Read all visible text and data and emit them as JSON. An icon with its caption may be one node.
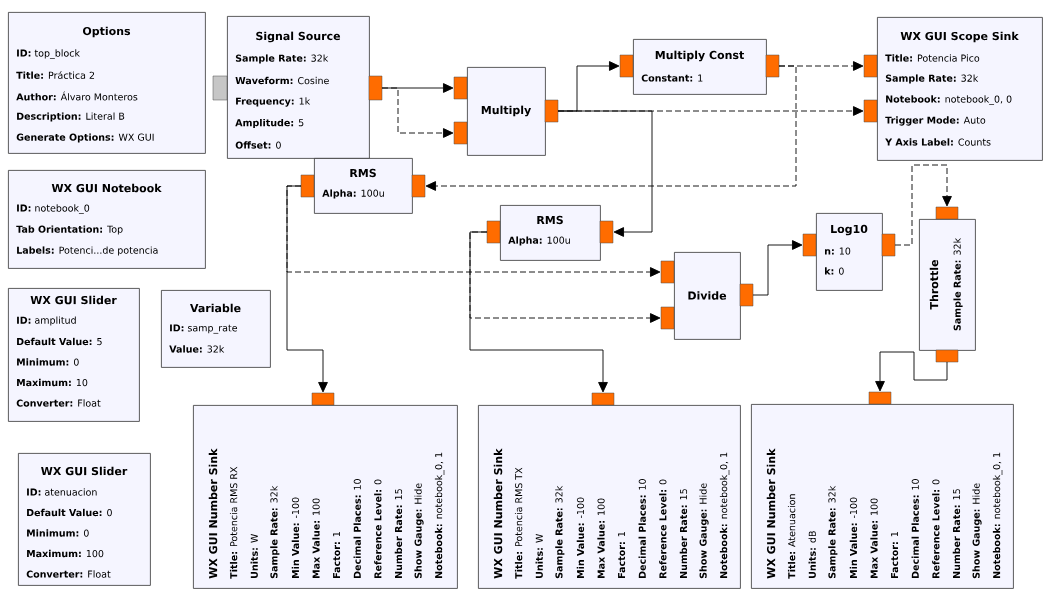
{
  "diagram": {
    "nodes": [
      {
        "text": [
          "Options",
          "**ID:** top_block",
          "**Title:** Práctica 2",
          "**Author:** Álvaro Monteros",
          "**Description:** Literal B",
          "**Generate Options:** WX GUI"
        ]
      },
      {
        "text": [
          "Signal Source",
          "**Sample Rate:** 32k",
          "**Waveform:** Cosine",
          "**Frequency:** 1k",
          "**Amplitude:** 5",
          "**Offset:** 0"
        ]
      },
      {
        "text": [
          "Multiply"
        ]
      },
      {
        "text": [
          "Multiply Const",
          "**Constant:** 1"
        ]
      },
      {
        "text": [
          "WX GUI Scope Sink",
          "**Title:** Potencia Pico",
          "**Sample Rate:** 32k",
          "**Notebook:** notebook_0, 0",
          "**Trigger Mode:** Auto",
          "**Y Axis Label:** Counts"
        ]
      },
      {
        "text": [
          "WX GUI Notebook",
          "**ID:** notebook_0",
          "**Tab Orientation:** Top",
          "**Labels:** Potenci...de potencia"
        ]
      },
      {
        "text": [
          "RMS",
          "**Alpha:** 100u"
        ]
      },
      {
        "text": [
          "RMS",
          "**Alpha:** 100u"
        ]
      },
      {
        "text": [
          "Divide"
        ]
      },
      {
        "text": [
          "Log10",
          "**n:** 10",
          "**k:** 0"
        ]
      },
      {
        "text": [
          "Throttle",
          "**Sample Rate:** 32k"
        ]
      },
      {
        "text": [
          "WX GUI Slider",
          "**ID:** amplitud",
          "**Default Value:** 5",
          "**Minimum:** 0",
          "**Maximum:** 10",
          "**Converter:** Float"
        ]
      },
      {
        "text": [
          "Variable",
          "**ID:** samp_rate",
          "**Value:** 32k"
        ]
      },
      {
        "text": [
          "WX GUI Slider",
          "**ID:** atenuacion",
          "**Default Value:** 0",
          "**Minimum:** 0",
          "**Maximum:** 100",
          "**Converter:** Float"
        ]
      },
      {
        "text": [
          "WX GUI Number Sink",
          "**Title:** Potencia RMS RX",
          "**Units:** W",
          "**Sample Rate:** 32k",
          "**Min Value:** -100",
          "**Max Value:** 100",
          "**Factor:** 1",
          "**Decimal Places:** 10",
          "**Reference Level:** 0",
          "**Number Rate:** 15",
          "**Show Gauge:** Hide",
          "**Notebook:** notebook_0, 1"
        ]
      },
      {
        "text": [
          "WX GUI Number Sink",
          "**Title:** Potencia RMS TX",
          "**Units:** W",
          "**Sample Rate:** 32k",
          "**Min Value:** -100",
          "**Max Value:** 100",
          "**Factor:** 1",
          "**Decimal Places:** 10",
          "**Reference Level:** 0",
          "**Number Rate:** 15",
          "**Show Gauge:** Hide",
          "**Notebook:** notebook_0, 1"
        ]
      },
      {
        "text": [
          "WX GUI Number Sink",
          "**Title:** Atenuacion",
          "**Units:** dB",
          "**Sample Rate:** 32k",
          "**Min Value:** -100",
          "**Max Value:** 100",
          "**Factor:** 1",
          "**Decimal Places:** 10",
          "**Reference Level:** 0",
          "**Number Rate:** 15",
          "**Show Gauge:** Hide",
          "**Notebook:** notebook_0, 1"
        ]
      }
    ],
    "edges": [
      {
        "from": 1,
        "to": 2,
        "arrow": "to"
      },
      {
        "from": 1,
        "to": 2,
        "arrow": "to",
        "style": "dashed"
      },
      {
        "from": 2,
        "to": 3,
        "arrow": "to"
      },
      {
        "from": 2,
        "to": 4,
        "arrow": "to",
        "style": "dashed"
      },
      {
        "from": 2,
        "to": 7,
        "arrow": "to"
      },
      {
        "from": 3,
        "to": 4,
        "arrow": "to",
        "style": "dashed"
      },
      {
        "from": 3,
        "to": 6,
        "arrow": "to",
        "style": "dashed"
      },
      {
        "from": 6,
        "to": 14,
        "arrow": "to"
      },
      {
        "from": 6,
        "to": 8,
        "arrow": "to",
        "style": "dashed"
      },
      {
        "from": 7,
        "to": 8,
        "arrow": "to",
        "style": "dashed"
      },
      {
        "from": 7,
        "to": 15,
        "arrow": "to"
      },
      {
        "from": 8,
        "to": 9,
        "arrow": "to"
      },
      {
        "from": 9,
        "to": 10,
        "arrow": "to",
        "style": "dashed"
      },
      {
        "from": 10,
        "to": 16,
        "arrow": "to"
      }
    ]
  }
}
